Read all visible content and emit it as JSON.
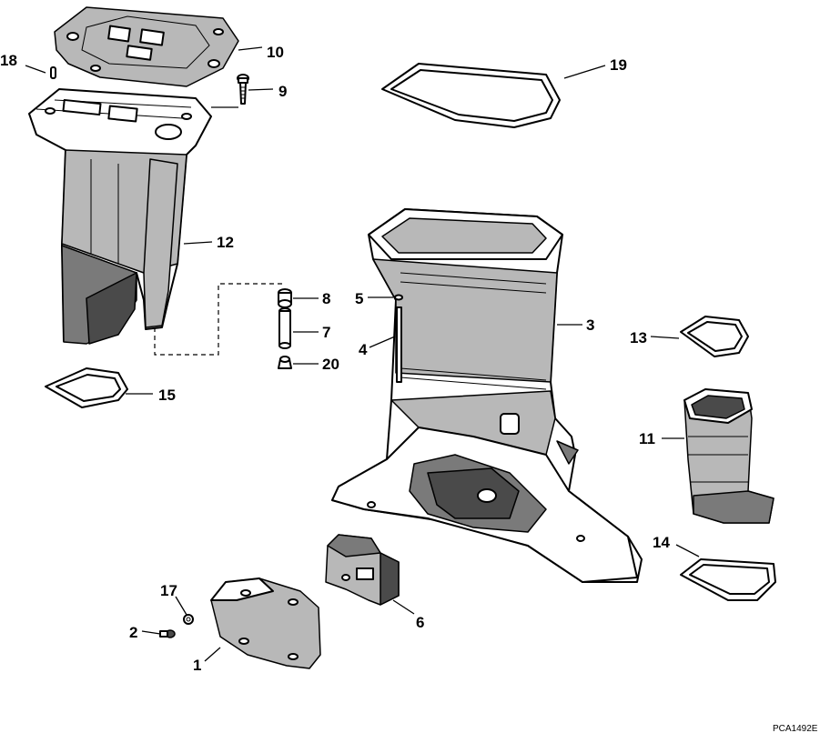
{
  "callouts": {
    "c1": "1",
    "c2": "2",
    "c3": "3",
    "c4": "4",
    "c5": "5",
    "c6": "6",
    "c7": "7",
    "c8": "8",
    "c9": "9",
    "c10": "10",
    "c11": "11",
    "c12": "12",
    "c13": "13",
    "c14": "14",
    "c15": "15",
    "c17": "17",
    "c18": "18",
    "c19": "19",
    "c20": "20"
  },
  "drawing_code": "PCA1492E"
}
